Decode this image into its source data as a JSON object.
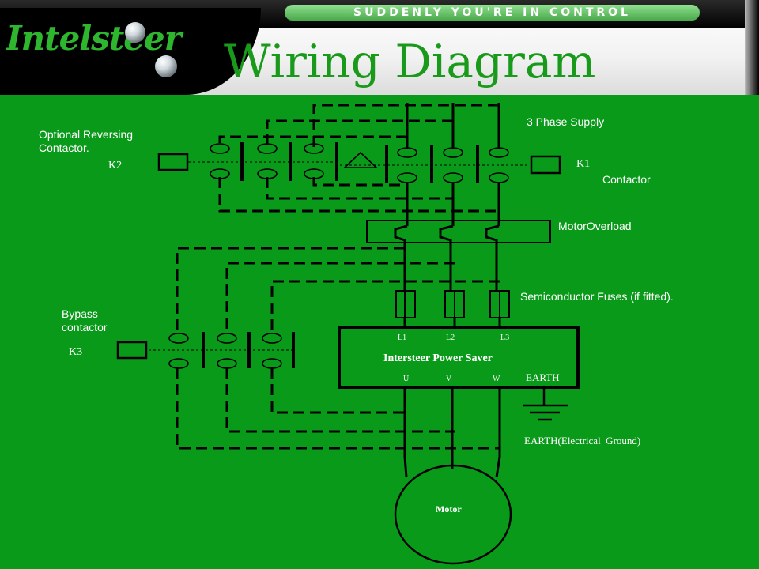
{
  "header": {
    "tagline": "SUDDENLY YOU'RE IN CONTROL",
    "logo": "Intelsteer",
    "title": "Wiring Diagram"
  },
  "colors": {
    "background": "#0a9a1a",
    "wire": "#000000",
    "title": "#1a9a1a",
    "text": "#ffffff"
  },
  "labels": {
    "supply": "3 Phase Supply",
    "reversing_1": "Optional Reversing",
    "reversing_2": "Contactor.",
    "k2": "K2",
    "k1": "K1",
    "contactor": "Contactor",
    "overload": "MotorOverload",
    "fuses": "Semiconductor Fuses (if fitted).",
    "bypass_1": "Bypass",
    "bypass_2": "contactor",
    "k3": "K3",
    "l1": "L1",
    "l2": "L2",
    "l3": "L3",
    "saver": "Intersteer Power Saver",
    "u": "U",
    "v": "V",
    "w": "W",
    "earth": "EARTH",
    "earth_ground": "EARTH(Electrical  Ground)",
    "motor": "Motor"
  }
}
